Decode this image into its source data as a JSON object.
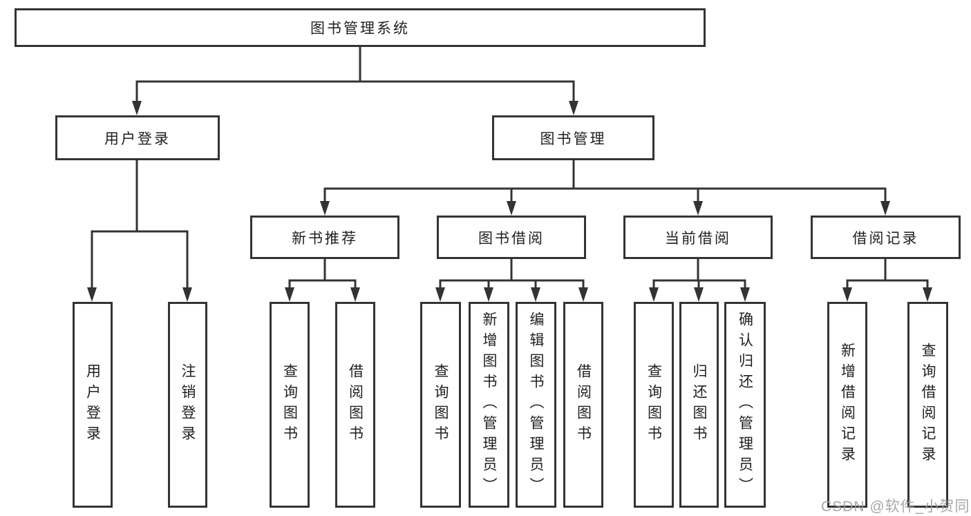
{
  "watermark": "CSDN @软件_小贺同学",
  "colors": {
    "line": "#333333",
    "text": "#1f1f1f",
    "watermark": "#9e9e9e",
    "background": "#ffffff"
  },
  "tree": {
    "root": {
      "label": "图书管理系统",
      "children": [
        {
          "label": "用户登录",
          "children": [
            {
              "label": "用户登录"
            },
            {
              "label": "注销登录"
            }
          ]
        },
        {
          "label": "图书管理",
          "children": [
            {
              "label": "新书推荐",
              "children": [
                {
                  "label": "查询图书"
                },
                {
                  "label": "借阅图书"
                }
              ]
            },
            {
              "label": "图书借阅",
              "children": [
                {
                  "label": "查询图书"
                },
                {
                  "label": "新增图书（管理员）"
                },
                {
                  "label": "编辑图书（管理员）"
                },
                {
                  "label": "借阅图书"
                }
              ]
            },
            {
              "label": "当前借阅",
              "children": [
                {
                  "label": "查询图书"
                },
                {
                  "label": "归还图书"
                },
                {
                  "label": "确认归还（管理员）"
                }
              ]
            },
            {
              "label": "借阅记录",
              "children": [
                {
                  "label": "新增借阅记录"
                },
                {
                  "label": "查询借阅记录"
                }
              ]
            }
          ]
        }
      ]
    }
  }
}
